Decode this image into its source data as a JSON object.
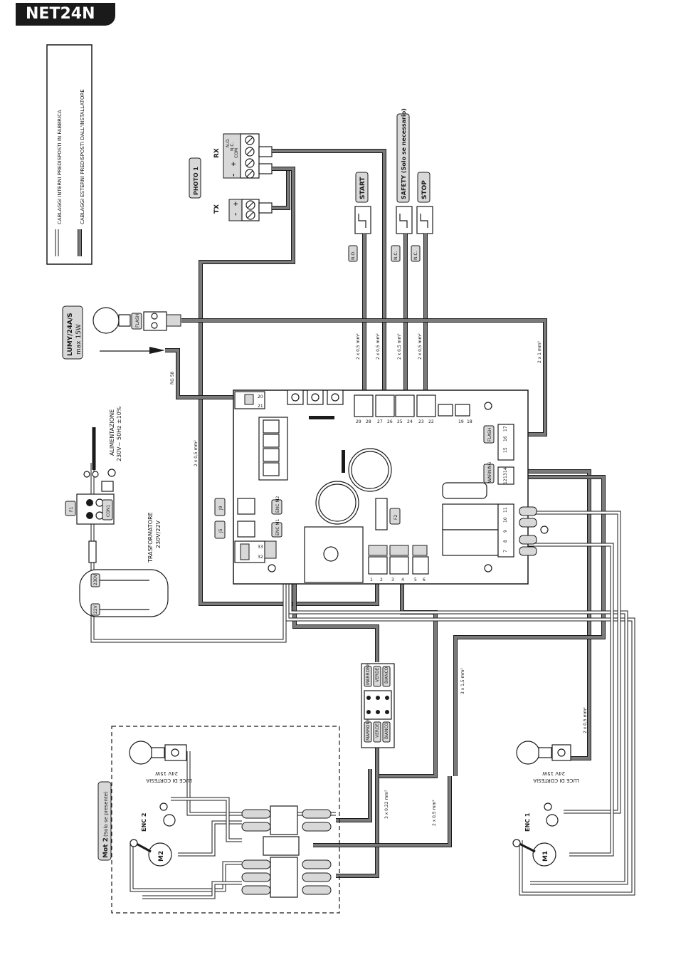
{
  "title": "NET24N",
  "legend": {
    "internal": "CABLAGGI INTERNI PREDISPOSTI IN FABBRICA",
    "external": "CABLAGGI ESTERNI PREDISPOSTI DALL'INSTALLATORE"
  },
  "photo": {
    "label": "PHOTO 1",
    "rx": "RX",
    "tx": "TX",
    "plus": "+",
    "minus": "–",
    "no": "N.O.",
    "nc": "N.C.",
    "com": "COM"
  },
  "inputs": {
    "start": "START",
    "safety": "SAFETY (Solo se necessario)",
    "stop": "STOP",
    "no": "N.O.",
    "nc1": "N.C.",
    "nc2": "N.C."
  },
  "cables": {
    "c_start": "2 x 0,5 mm²",
    "c_no": "2 x 0,5 mm²",
    "c_safety": "2 x 0,5 mm²",
    "c_stop": "2 x 0,5 mm²",
    "c_flash": "2 x 1 mm²",
    "c_photo": "2 x 0,5 mm²",
    "c_mot1": "2 x 0,5 mm²",
    "c_mot_main": "3 x 1,5 mm²",
    "c_enc2": "3 x 0,22 mm²",
    "c_mot2": "2 x 0,5 mm²"
  },
  "lamp": {
    "model": "LUMY/24A/S",
    "power": "max 15W",
    "flash": "FLASH",
    "rg58": "RG 58"
  },
  "power": {
    "alimentazione": "ALIMENTAZIONE",
    "spec": "230V~ 50Hz ±10%",
    "trasformatore": "TRASFORMATORE",
    "trasf_spec": "230V/22V",
    "f1": "F1",
    "con1": "CON1",
    "v230": "230V",
    "v22": "22V"
  },
  "board": {
    "j9": "J9",
    "j5": "J5",
    "f2": "F2",
    "enc_m2": "ENC M2",
    "enc_m1": "ENC M1",
    "flash": "FLASH",
    "warning": "WARNING",
    "t21": "21",
    "t20": "20",
    "t29": "29",
    "t28": "28",
    "t27": "27",
    "t26": "26",
    "t25": "25",
    "t24": "24",
    "t23": "23",
    "t22": "22",
    "t19": "19",
    "t18": "18",
    "t17": "17",
    "t16": "16",
    "t15": "15",
    "t14": "14",
    "t13": "13",
    "t12": "12",
    "t11": "11",
    "t10": "10",
    "t9": "9",
    "t8": "8",
    "t7": "7",
    "t1": "1",
    "t2": "2",
    "t3": "3",
    "t4": "4",
    "t5": "5",
    "t6": "6",
    "t33": "33",
    "t32": "32"
  },
  "junction": {
    "marrone": "MARRONE",
    "verde": "VERDE",
    "bianco": "BIANCO"
  },
  "mot2": {
    "label": "Mot 2",
    "note": "(Solo se presente)",
    "enc": "ENC 2",
    "motor": "M2",
    "light": "LUCE DI CORTESIA",
    "light_spec": "24V 15W"
  },
  "mot1": {
    "enc": "ENC 1",
    "motor": "M1",
    "light": "LUCE DI CORTESIA",
    "light_spec": "24V 15W"
  },
  "colors": {
    "external_wire": "#7a7a7a",
    "internal_wire": "#ffffff",
    "ink": "#1a1a1a",
    "fill": "#d8d8d8"
  }
}
